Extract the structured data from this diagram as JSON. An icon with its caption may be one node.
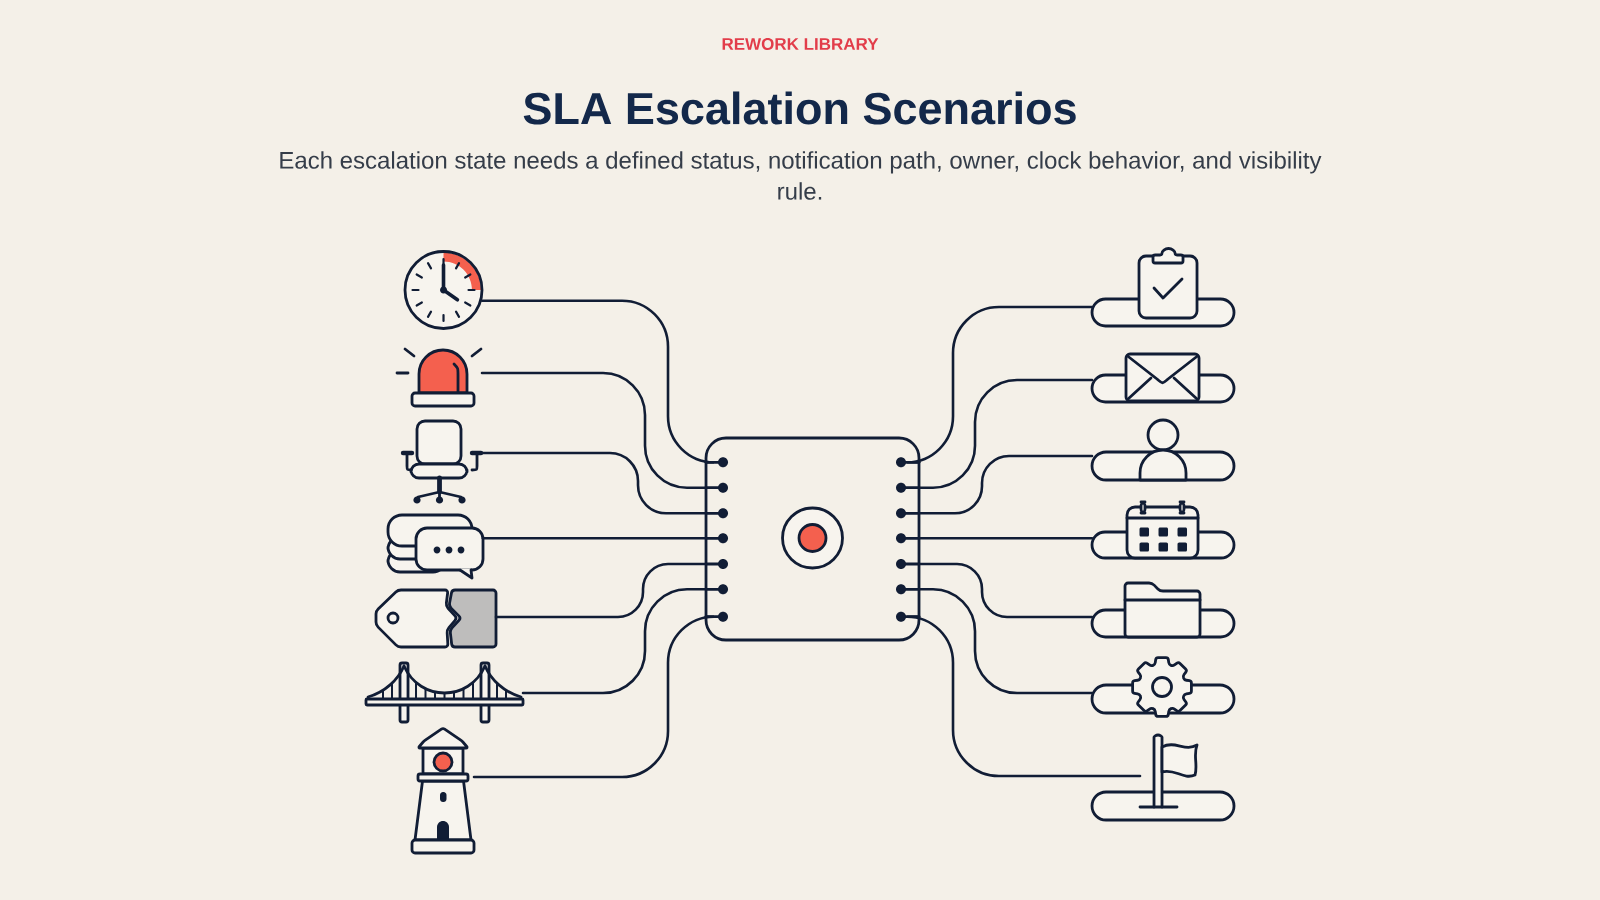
{
  "diagram": {
    "title": "SLA Escalation Scenarios",
    "nodes": [
      {
        "text": [],
        "shape": "picture"
      },
      {
        "text": [],
        "shape": "picture"
      },
      {
        "text": [],
        "shape": "picture"
      },
      {
        "text": [],
        "shape": "picture"
      },
      {
        "text": [],
        "shape": "picture"
      },
      {
        "text": [],
        "shape": "picture"
      },
      {
        "text": [],
        "shape": "picture"
      },
      {
        "text": [],
        "shape": "box"
      },
      {
        "text": [],
        "shape": "picture"
      },
      {
        "text": [],
        "shape": "picture"
      },
      {
        "text": [],
        "shape": "picture"
      },
      {
        "text": [],
        "shape": "picture"
      },
      {
        "text": [],
        "shape": "picture"
      },
      {
        "text": [],
        "shape": "picture"
      },
      {
        "text": [],
        "shape": "picture"
      }
    ],
    "edges": [
      {
        "from": 0,
        "to": 7,
        "arrow": "none"
      },
      {
        "from": 1,
        "to": 7,
        "arrow": "none"
      },
      {
        "from": 2,
        "to": 7,
        "arrow": "none"
      },
      {
        "from": 3,
        "to": 7,
        "arrow": "none"
      },
      {
        "from": 4,
        "to": 7,
        "arrow": "none"
      },
      {
        "from": 5,
        "to": 7,
        "arrow": "none"
      },
      {
        "from": 6,
        "to": 7,
        "arrow": "none"
      },
      {
        "from": 7,
        "to": 8,
        "arrow": "none"
      },
      {
        "from": 7,
        "to": 9,
        "arrow": "none"
      },
      {
        "from": 7,
        "to": 10,
        "arrow": "none"
      },
      {
        "from": 7,
        "to": 11,
        "arrow": "none"
      },
      {
        "from": 7,
        "to": 12,
        "arrow": "none"
      },
      {
        "from": 7,
        "to": 13,
        "arrow": "none"
      },
      {
        "from": 7,
        "to": 14,
        "arrow": "none"
      }
    ],
    "labels": [
      "REWORK LIBRARY",
      "Each escalation state needs a defined status, notification path, owner, clock behavior, and visibility rule."
    ]
  }
}
